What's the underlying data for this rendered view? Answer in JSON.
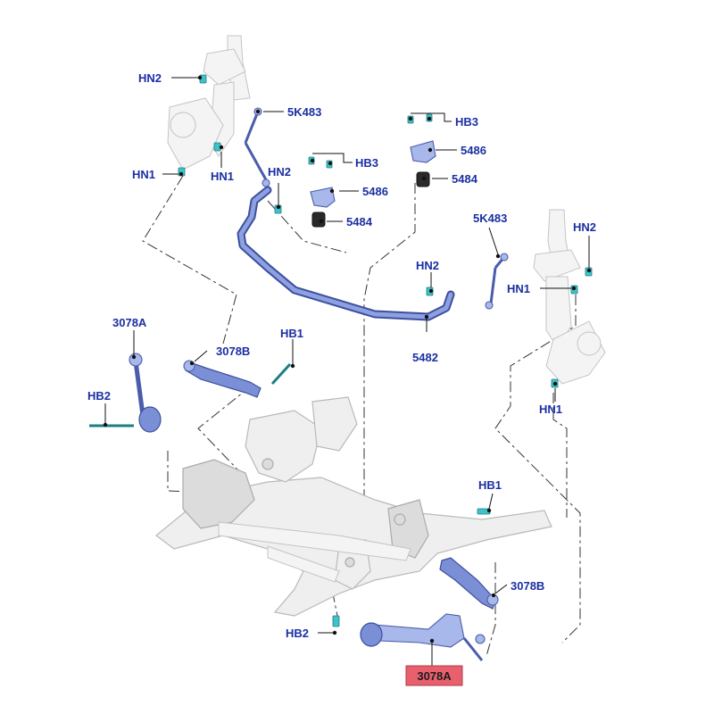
{
  "diagram": {
    "labels": {
      "hn2_top_left": "HN2",
      "k5483_left": "5K483",
      "hn1_left_a": "HN1",
      "hn1_left_b": "HN1",
      "hn2_bar_left": "HN2",
      "hb3_left": "HB3",
      "p5486_left": "5486",
      "p5484_left": "5484",
      "hb3_right": "HB3",
      "p5486_right": "5486",
      "p5484_right": "5484",
      "k5483_right": "5K483",
      "hn2_right_strut": "HN2",
      "hn2_bar_right": "HN2",
      "hn1_right_a": "HN1",
      "hn1_right_b": "HN1",
      "p5482": "5482",
      "a3078_left": "3078A",
      "b3078_left": "3078B",
      "hb1_left": "HB1",
      "hb2_left": "HB2",
      "hb1_right": "HB1",
      "b3078_right": "3078B",
      "hb2_bottom": "HB2",
      "a3078_highlight": "3078A"
    },
    "highlight_color": "#e8606e",
    "part_color": "#7b8fd6",
    "fastener_color": "#3ec3c9",
    "label_color": "#1b2fa3"
  }
}
